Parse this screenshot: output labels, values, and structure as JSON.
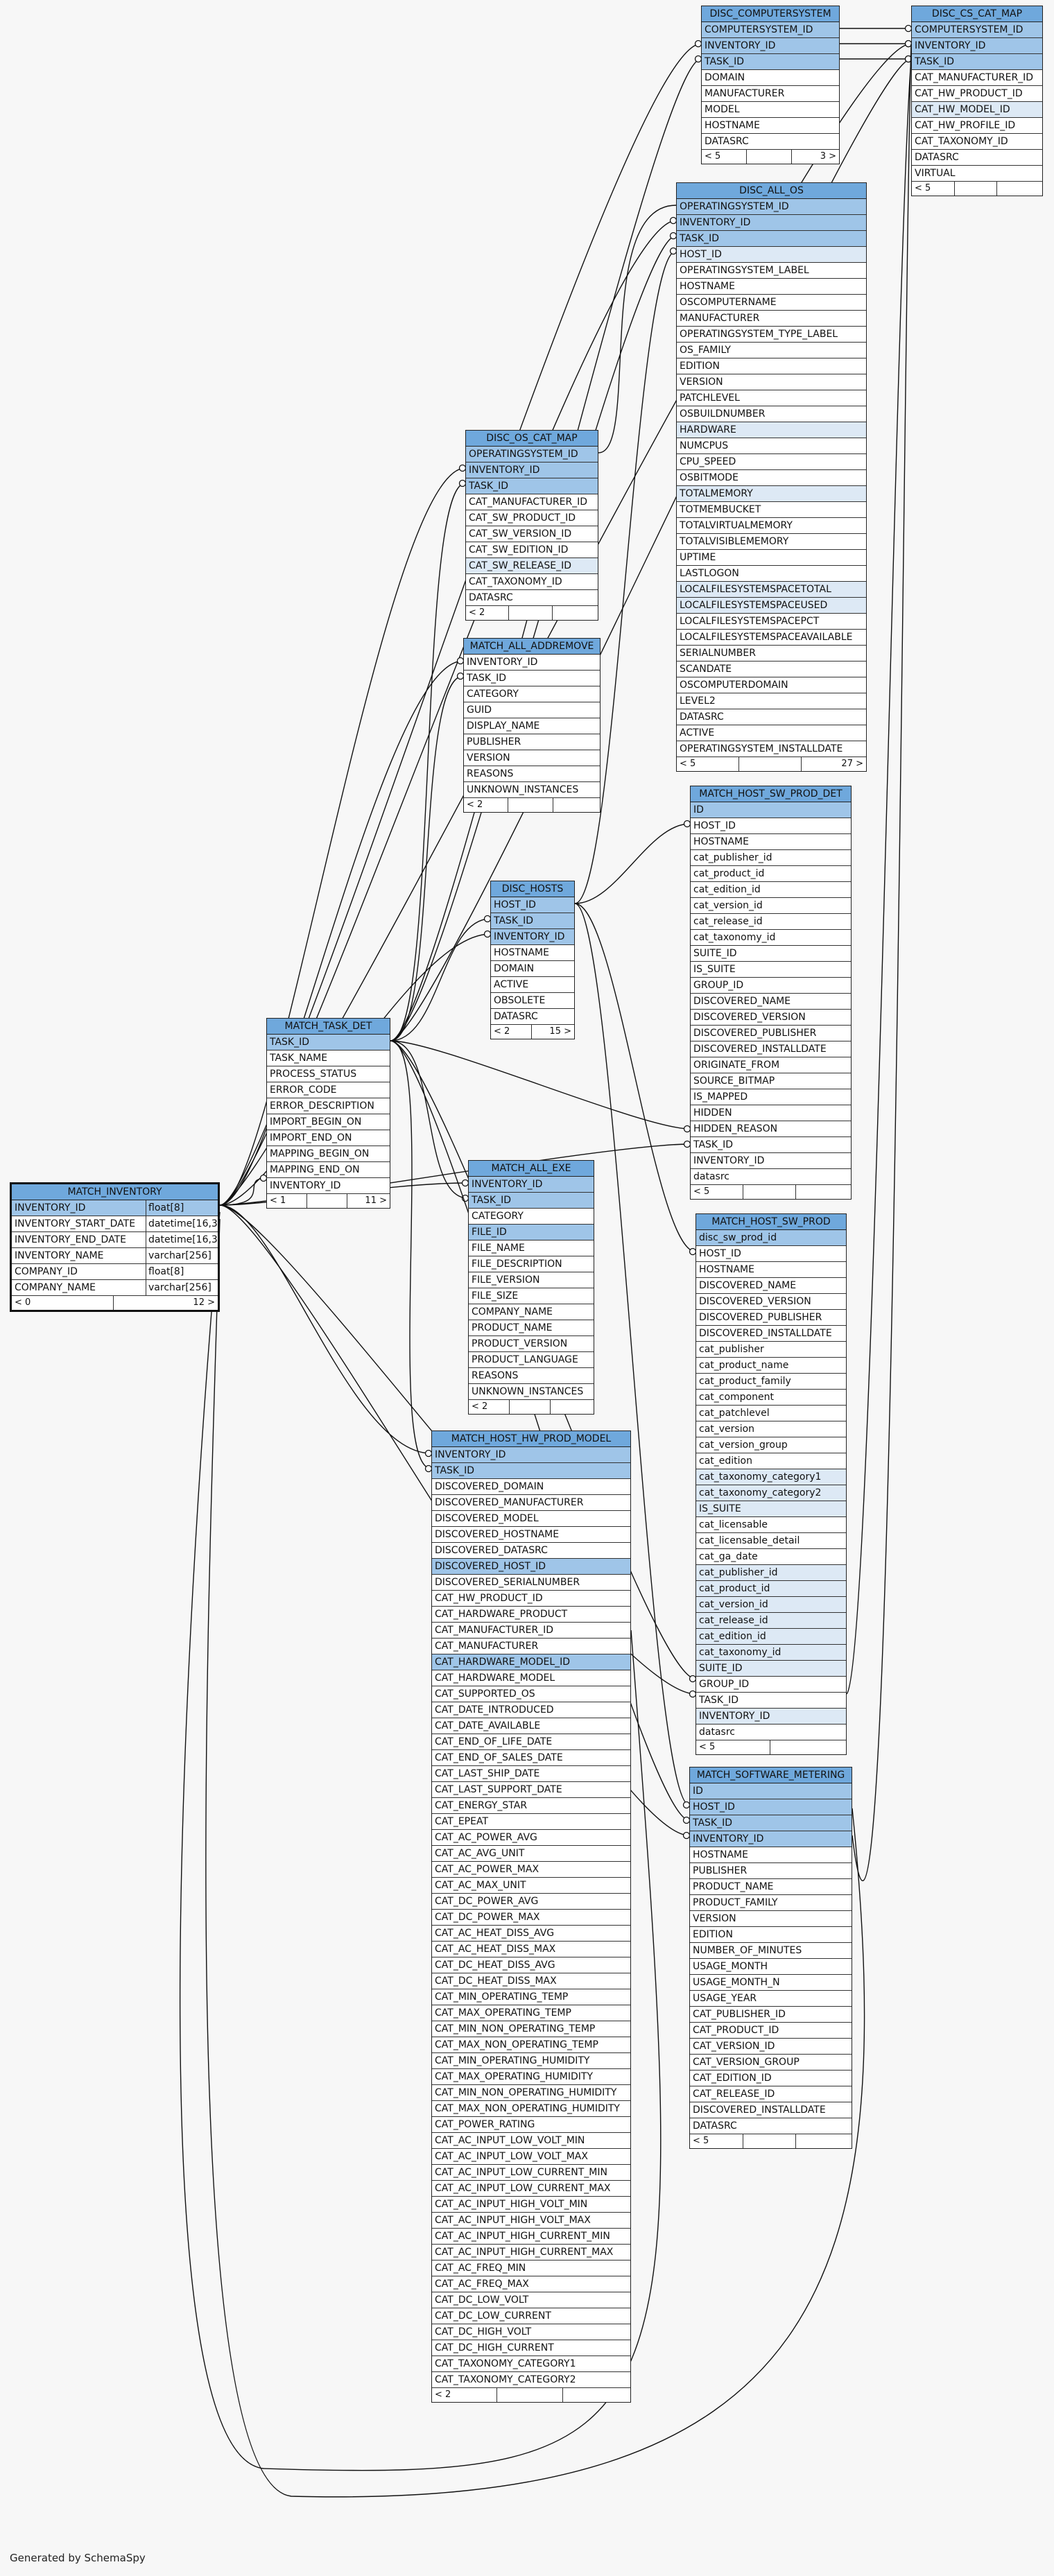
{
  "credit": "Generated by SchemaSpy",
  "tables": [
    {
      "id": "disc_computersystem",
      "name": "DISC_COMPUTERSYSTEM",
      "rows": [
        {
          "t": "COMPUTERSYSTEM_ID",
          "k": 1
        },
        {
          "t": "INVENTORY_ID",
          "k": 1
        },
        {
          "t": "TASK_ID",
          "k": 1
        },
        {
          "t": "DOMAIN"
        },
        {
          "t": "MANUFACTURER"
        },
        {
          "t": "MODEL"
        },
        {
          "t": "HOSTNAME"
        },
        {
          "t": "DATASRC"
        }
      ],
      "footer": [
        "< 5",
        "",
        "3 >"
      ]
    },
    {
      "id": "disc_cs_cat_map",
      "name": "DISC_CS_CAT_MAP",
      "rows": [
        {
          "t": "COMPUTERSYSTEM_ID",
          "k": 1
        },
        {
          "t": "INVENTORY_ID",
          "k": 1
        },
        {
          "t": "TASK_ID",
          "k": 1
        },
        {
          "t": "CAT_MANUFACTURER_ID"
        },
        {
          "t": "CAT_HW_PRODUCT_ID"
        },
        {
          "t": "CAT_HW_MODEL_ID",
          "l": 1
        },
        {
          "t": "CAT_HW_PROFILE_ID"
        },
        {
          "t": "CAT_TAXONOMY_ID"
        },
        {
          "t": "DATASRC"
        },
        {
          "t": "VIRTUAL"
        }
      ],
      "footer": [
        "< 5",
        "",
        ""
      ]
    },
    {
      "id": "disc_all_os",
      "name": "DISC_ALL_OS",
      "rows": [
        {
          "t": "OPERATINGSYSTEM_ID",
          "k": 1
        },
        {
          "t": "INVENTORY_ID",
          "k": 1
        },
        {
          "t": "TASK_ID",
          "k": 1
        },
        {
          "t": "HOST_ID",
          "l": 1
        },
        {
          "t": "OPERATINGSYSTEM_LABEL"
        },
        {
          "t": "HOSTNAME"
        },
        {
          "t": "OSCOMPUTERNAME"
        },
        {
          "t": "MANUFACTURER"
        },
        {
          "t": "OPERATINGSYSTEM_TYPE_LABEL"
        },
        {
          "t": "OS_FAMILY"
        },
        {
          "t": "EDITION"
        },
        {
          "t": "VERSION"
        },
        {
          "t": "PATCHLEVEL"
        },
        {
          "t": "OSBUILDNUMBER"
        },
        {
          "t": "HARDWARE",
          "l": 1
        },
        {
          "t": "NUMCPUS"
        },
        {
          "t": "CPU_SPEED"
        },
        {
          "t": "OSBITMODE"
        },
        {
          "t": "TOTALMEMORY",
          "l": 1
        },
        {
          "t": "TOTMEMBUCKET"
        },
        {
          "t": "TOTALVIRTUALMEMORY"
        },
        {
          "t": "TOTALVISIBLEMEMORY"
        },
        {
          "t": "UPTIME"
        },
        {
          "t": "LASTLOGON"
        },
        {
          "t": "LOCALFILESYSTEMSPACETOTAL",
          "l": 1
        },
        {
          "t": "LOCALFILESYSTEMSPACEUSED",
          "l": 1
        },
        {
          "t": "LOCALFILESYSTEMSPACEPCT"
        },
        {
          "t": "LOCALFILESYSTEMSPACEAVAILABLE"
        },
        {
          "t": "SERIALNUMBER"
        },
        {
          "t": "SCANDATE"
        },
        {
          "t": "OSCOMPUTERDOMAIN"
        },
        {
          "t": "LEVEL2"
        },
        {
          "t": "DATASRC"
        },
        {
          "t": "ACTIVE"
        },
        {
          "t": "OPERATINGSYSTEM_INSTALLDATE"
        }
      ],
      "footer": [
        "< 5",
        "",
        "27 >"
      ]
    },
    {
      "id": "disc_os_cat_map",
      "name": "DISC_OS_CAT_MAP",
      "rows": [
        {
          "t": "OPERATINGSYSTEM_ID",
          "k": 1
        },
        {
          "t": "INVENTORY_ID",
          "k": 1
        },
        {
          "t": "TASK_ID",
          "k": 1
        },
        {
          "t": "CAT_MANUFACTURER_ID"
        },
        {
          "t": "CAT_SW_PRODUCT_ID"
        },
        {
          "t": "CAT_SW_VERSION_ID"
        },
        {
          "t": "CAT_SW_EDITION_ID"
        },
        {
          "t": "CAT_SW_RELEASE_ID",
          "l": 1
        },
        {
          "t": "CAT_TAXONOMY_ID"
        },
        {
          "t": "DATASRC"
        }
      ],
      "footer": [
        "< 2",
        "",
        ""
      ]
    },
    {
      "id": "match_all_addremove",
      "name": "MATCH_ALL_ADDREMOVE",
      "rows": [
        {
          "t": "INVENTORY_ID"
        },
        {
          "t": "TASK_ID"
        },
        {
          "t": "CATEGORY"
        },
        {
          "t": "GUID"
        },
        {
          "t": "DISPLAY_NAME"
        },
        {
          "t": "PUBLISHER"
        },
        {
          "t": "VERSION"
        },
        {
          "t": "REASONS"
        },
        {
          "t": "UNKNOWN_INSTANCES"
        }
      ],
      "footer": [
        "< 2",
        "",
        ""
      ]
    },
    {
      "id": "match_host_sw_prod_det",
      "name": "MATCH_HOST_SW_PROD_DET",
      "rows": [
        {
          "t": "ID",
          "k": 1
        },
        {
          "t": "HOST_ID"
        },
        {
          "t": "HOSTNAME"
        },
        {
          "t": "cat_publisher_id"
        },
        {
          "t": "cat_product_id"
        },
        {
          "t": "cat_edition_id"
        },
        {
          "t": "cat_version_id"
        },
        {
          "t": "cat_release_id"
        },
        {
          "t": "cat_taxonomy_id"
        },
        {
          "t": "SUITE_ID"
        },
        {
          "t": "IS_SUITE"
        },
        {
          "t": "GROUP_ID"
        },
        {
          "t": "DISCOVERED_NAME"
        },
        {
          "t": "DISCOVERED_VERSION"
        },
        {
          "t": "DISCOVERED_PUBLISHER"
        },
        {
          "t": "DISCOVERED_INSTALLDATE"
        },
        {
          "t": "ORIGINATE_FROM"
        },
        {
          "t": "SOURCE_BITMAP"
        },
        {
          "t": "IS_MAPPED"
        },
        {
          "t": "HIDDEN"
        },
        {
          "t": "HIDDEN_REASON"
        },
        {
          "t": "TASK_ID"
        },
        {
          "t": "INVENTORY_ID"
        },
        {
          "t": "datasrc"
        }
      ],
      "footer": [
        "< 5",
        "",
        ""
      ]
    },
    {
      "id": "disc_hosts",
      "name": "DISC_HOSTS",
      "rows": [
        {
          "t": "HOST_ID",
          "k": 1
        },
        {
          "t": "TASK_ID",
          "k": 1
        },
        {
          "t": "INVENTORY_ID",
          "k": 1
        },
        {
          "t": "HOSTNAME"
        },
        {
          "t": "DOMAIN"
        },
        {
          "t": "ACTIVE"
        },
        {
          "t": "OBSOLETE"
        },
        {
          "t": "DATASRC"
        }
      ],
      "footer": [
        "< 2",
        "15 >"
      ]
    },
    {
      "id": "match_task_det",
      "name": "MATCH_TASK_DET",
      "rows": [
        {
          "t": "TASK_ID",
          "k": 1
        },
        {
          "t": "TASK_NAME"
        },
        {
          "t": "PROCESS_STATUS"
        },
        {
          "t": "ERROR_CODE"
        },
        {
          "t": "ERROR_DESCRIPTION"
        },
        {
          "t": "IMPORT_BEGIN_ON"
        },
        {
          "t": "IMPORT_END_ON"
        },
        {
          "t": "MAPPING_BEGIN_ON"
        },
        {
          "t": "MAPPING_END_ON"
        },
        {
          "t": "INVENTORY_ID"
        }
      ],
      "footer": [
        "< 1",
        "",
        "11 >"
      ]
    },
    {
      "id": "match_host_sw_prod",
      "name": "MATCH_HOST_SW_PROD",
      "rows": [
        {
          "t": "disc_sw_prod_id",
          "k": 1
        },
        {
          "t": "HOST_ID"
        },
        {
          "t": "HOSTNAME"
        },
        {
          "t": "DISCOVERED_NAME"
        },
        {
          "t": "DISCOVERED_VERSION"
        },
        {
          "t": "DISCOVERED_PUBLISHER"
        },
        {
          "t": "DISCOVERED_INSTALLDATE"
        },
        {
          "t": "cat_publisher"
        },
        {
          "t": "cat_product_name"
        },
        {
          "t": "cat_product_family"
        },
        {
          "t": "cat_component"
        },
        {
          "t": "cat_patchlevel"
        },
        {
          "t": "cat_version"
        },
        {
          "t": "cat_version_group"
        },
        {
          "t": "cat_edition"
        },
        {
          "t": "cat_taxonomy_category1",
          "l": 1
        },
        {
          "t": "cat_taxonomy_category2",
          "l": 1
        },
        {
          "t": "IS_SUITE",
          "l": 1
        },
        {
          "t": "cat_licensable"
        },
        {
          "t": "cat_licensable_detail"
        },
        {
          "t": "cat_ga_date"
        },
        {
          "t": "cat_publisher_id",
          "l": 1
        },
        {
          "t": "cat_product_id",
          "l": 1
        },
        {
          "t": "cat_version_id",
          "l": 1
        },
        {
          "t": "cat_release_id",
          "l": 1
        },
        {
          "t": "cat_edition_id",
          "l": 1
        },
        {
          "t": "cat_taxonomy_id",
          "l": 1
        },
        {
          "t": "SUITE_ID",
          "l": 1
        },
        {
          "t": "GROUP_ID"
        },
        {
          "t": "TASK_ID"
        },
        {
          "t": "INVENTORY_ID",
          "l": 1
        },
        {
          "t": "datasrc"
        }
      ],
      "footer": [
        "< 5",
        ""
      ]
    },
    {
      "id": "match_inventory",
      "name": "MATCH_INVENTORY",
      "thick": 1,
      "rows": [
        {
          "t": "INVENTORY_ID",
          "c": "float[8]",
          "k": 1
        },
        {
          "t": "INVENTORY_START_DATE",
          "c": "datetime[16,3]"
        },
        {
          "t": "INVENTORY_END_DATE",
          "c": "datetime[16,3]"
        },
        {
          "t": "INVENTORY_NAME",
          "c": "varchar[256]"
        },
        {
          "t": "COMPANY_ID",
          "c": "float[8]"
        },
        {
          "t": "COMPANY_NAME",
          "c": "varchar[256]"
        }
      ],
      "footer": [
        "< 0",
        "12 >"
      ]
    },
    {
      "id": "match_all_exe",
      "name": "MATCH_ALL_EXE",
      "rows": [
        {
          "t": "INVENTORY_ID",
          "k": 1
        },
        {
          "t": "TASK_ID",
          "k": 1
        },
        {
          "t": "CATEGORY"
        },
        {
          "t": "FILE_ID",
          "k": 1
        },
        {
          "t": "FILE_NAME"
        },
        {
          "t": "FILE_DESCRIPTION"
        },
        {
          "t": "FILE_VERSION"
        },
        {
          "t": "FILE_SIZE"
        },
        {
          "t": "COMPANY_NAME"
        },
        {
          "t": "PRODUCT_NAME"
        },
        {
          "t": "PRODUCT_VERSION"
        },
        {
          "t": "PRODUCT_LANGUAGE"
        },
        {
          "t": "REASONS"
        },
        {
          "t": "UNKNOWN_INSTANCES"
        }
      ],
      "footer": [
        "< 2",
        "",
        ""
      ]
    },
    {
      "id": "match_host_hw_prod_model",
      "name": "MATCH_HOST_HW_PROD_MODEL",
      "rows": [
        {
          "t": "INVENTORY_ID",
          "k": 1
        },
        {
          "t": "TASK_ID",
          "k": 1
        },
        {
          "t": "DISCOVERED_DOMAIN"
        },
        {
          "t": "DISCOVERED_MANUFACTURER"
        },
        {
          "t": "DISCOVERED_MODEL"
        },
        {
          "t": "DISCOVERED_HOSTNAME"
        },
        {
          "t": "DISCOVERED_DATASRC"
        },
        {
          "t": "DISCOVERED_HOST_ID",
          "k": 1
        },
        {
          "t": "DISCOVERED_SERIALNUMBER"
        },
        {
          "t": "CAT_HW_PRODUCT_ID"
        },
        {
          "t": "CAT_HARDWARE_PRODUCT"
        },
        {
          "t": "CAT_MANUFACTURER_ID"
        },
        {
          "t": "CAT_MANUFACTURER"
        },
        {
          "t": "CAT_HARDWARE_MODEL_ID",
          "k": 1
        },
        {
          "t": "CAT_HARDWARE_MODEL"
        },
        {
          "t": "CAT_SUPPORTED_OS"
        },
        {
          "t": "CAT_DATE_INTRODUCED"
        },
        {
          "t": "CAT_DATE_AVAILABLE"
        },
        {
          "t": "CAT_END_OF_LIFE_DATE"
        },
        {
          "t": "CAT_END_OF_SALES_DATE"
        },
        {
          "t": "CAT_LAST_SHIP_DATE"
        },
        {
          "t": "CAT_LAST_SUPPORT_DATE"
        },
        {
          "t": "CAT_ENERGY_STAR"
        },
        {
          "t": "CAT_EPEAT"
        },
        {
          "t": "CAT_AC_POWER_AVG"
        },
        {
          "t": "CAT_AC_AVG_UNIT"
        },
        {
          "t": "CAT_AC_POWER_MAX"
        },
        {
          "t": "CAT_AC_MAX_UNIT"
        },
        {
          "t": "CAT_DC_POWER_AVG"
        },
        {
          "t": "CAT_DC_POWER_MAX"
        },
        {
          "t": "CAT_AC_HEAT_DISS_AVG"
        },
        {
          "t": "CAT_AC_HEAT_DISS_MAX"
        },
        {
          "t": "CAT_DC_HEAT_DISS_AVG"
        },
        {
          "t": "CAT_DC_HEAT_DISS_MAX"
        },
        {
          "t": "CAT_MIN_OPERATING_TEMP"
        },
        {
          "t": "CAT_MAX_OPERATING_TEMP"
        },
        {
          "t": "CAT_MIN_NON_OPERATING_TEMP"
        },
        {
          "t": "CAT_MAX_NON_OPERATING_TEMP"
        },
        {
          "t": "CAT_MIN_OPERATING_HUMIDITY"
        },
        {
          "t": "CAT_MAX_OPERATING_HUMIDITY"
        },
        {
          "t": "CAT_MIN_NON_OPERATING_HUMIDITY"
        },
        {
          "t": "CAT_MAX_NON_OPERATING_HUMIDITY"
        },
        {
          "t": "CAT_POWER_RATING"
        },
        {
          "t": "CAT_AC_INPUT_LOW_VOLT_MIN"
        },
        {
          "t": "CAT_AC_INPUT_LOW_VOLT_MAX"
        },
        {
          "t": "CAT_AC_INPUT_LOW_CURRENT_MIN"
        },
        {
          "t": "CAT_AC_INPUT_LOW_CURRENT_MAX"
        },
        {
          "t": "CAT_AC_INPUT_HIGH_VOLT_MIN"
        },
        {
          "t": "CAT_AC_INPUT_HIGH_VOLT_MAX"
        },
        {
          "t": "CAT_AC_INPUT_HIGH_CURRENT_MIN"
        },
        {
          "t": "CAT_AC_INPUT_HIGH_CURRENT_MAX"
        },
        {
          "t": "CAT_AC_FREQ_MIN"
        },
        {
          "t": "CAT_AC_FREQ_MAX"
        },
        {
          "t": "CAT_DC_LOW_VOLT"
        },
        {
          "t": "CAT_DC_LOW_CURRENT"
        },
        {
          "t": "CAT_DC_HIGH_VOLT"
        },
        {
          "t": "CAT_DC_HIGH_CURRENT"
        },
        {
          "t": "CAT_TAXONOMY_CATEGORY1"
        },
        {
          "t": "CAT_TAXONOMY_CATEGORY2"
        }
      ],
      "footer": [
        "< 2",
        "",
        ""
      ]
    },
    {
      "id": "match_software_metering",
      "name": "MATCH_SOFTWARE_METERING",
      "rows": [
        {
          "t": "ID",
          "k": 1
        },
        {
          "t": "HOST_ID",
          "k": 1
        },
        {
          "t": "TASK_ID",
          "k": 1
        },
        {
          "t": "INVENTORY_ID",
          "k": 1
        },
        {
          "t": "HOSTNAME"
        },
        {
          "t": "PUBLISHER"
        },
        {
          "t": "PRODUCT_NAME"
        },
        {
          "t": "PRODUCT_FAMILY"
        },
        {
          "t": "VERSION"
        },
        {
          "t": "EDITION"
        },
        {
          "t": "NUMBER_OF_MINUTES"
        },
        {
          "t": "USAGE_MONTH"
        },
        {
          "t": "USAGE_MONTH_N"
        },
        {
          "t": "USAGE_YEAR"
        },
        {
          "t": "CAT_PUBLISHER_ID"
        },
        {
          "t": "CAT_PRODUCT_ID"
        },
        {
          "t": "CAT_VERSION_ID"
        },
        {
          "t": "CAT_VERSION_GROUP"
        },
        {
          "t": "CAT_EDITION_ID"
        },
        {
          "t": "CAT_RELEASE_ID"
        },
        {
          "t": "DISCOVERED_INSTALLDATE"
        },
        {
          "t": "DATASRC"
        }
      ],
      "footer": [
        "< 5",
        "",
        ""
      ]
    }
  ]
}
